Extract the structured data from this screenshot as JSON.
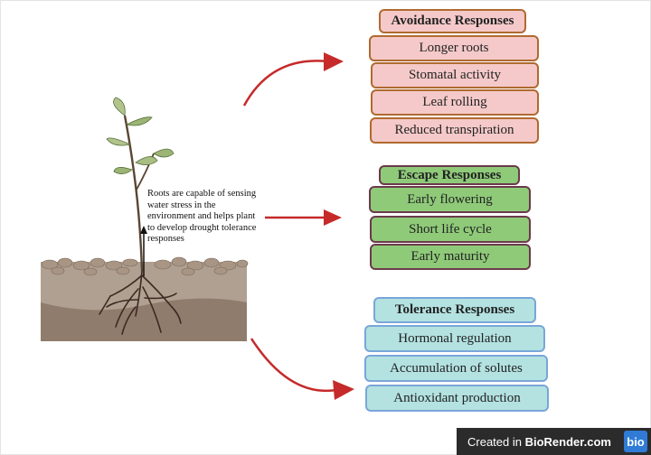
{
  "plant_note": "Roots are capable of sensing water stress in the environment and helps plant to develop drought tolerance responses",
  "avoidance": {
    "title": "Avoidance Responses",
    "items": [
      "Longer roots",
      "Stomatal activity",
      "Leaf rolling",
      "Reduced transpiration"
    ]
  },
  "escape": {
    "title": "Escape Responses",
    "items": [
      "Early flowering",
      "Short life cycle",
      "Early maturity"
    ]
  },
  "tolerance": {
    "title": "Tolerance Responses",
    "items": [
      "Hormonal regulation",
      "Accumulation of solutes",
      "Antioxidant production"
    ]
  },
  "badge": {
    "prefix": "Created in ",
    "brand": "BioRender.com",
    "logo": "bio"
  },
  "colors": {
    "arrow": "#c62a2a",
    "avoidance_fill": "#f5c9c9",
    "escape_fill": "#8fca79",
    "tolerance_fill": "#b3e2e1"
  }
}
